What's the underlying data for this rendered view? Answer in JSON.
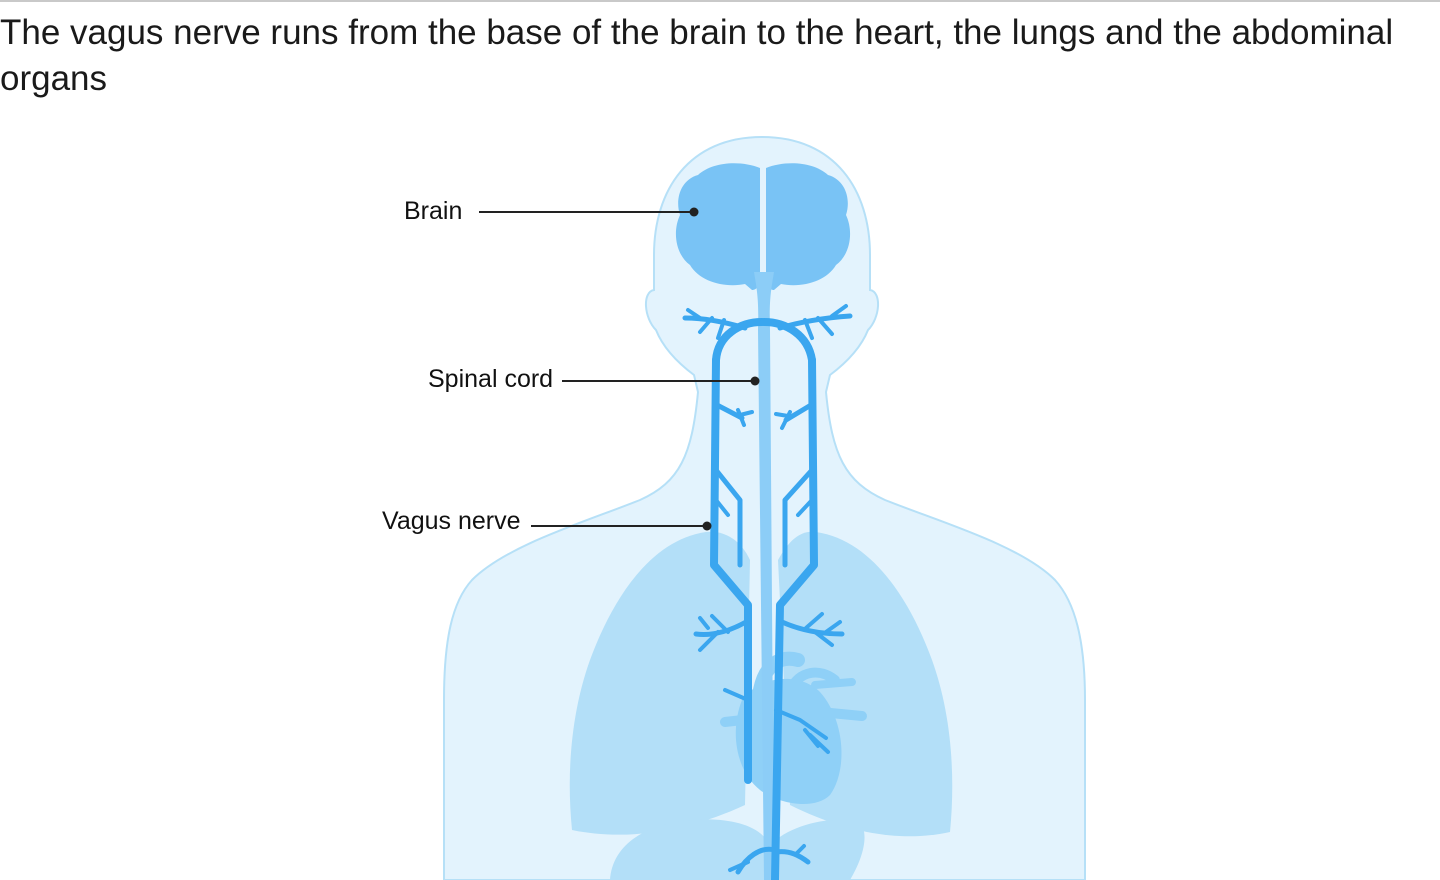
{
  "headline": "The vagus nerve runs from the base of the brain to the heart, the lungs and the abdominal organs",
  "labels": {
    "brain": "Brain",
    "spinal_cord": "Spinal cord",
    "vagus_nerve": "Vagus nerve"
  },
  "colors": {
    "body_fill": "#e3f3fd",
    "body_outline": "#b6e0f7",
    "organ_fill": "#b3dff8",
    "brain_fill": "#79c3f5",
    "spine_fill": "#8ccdf7",
    "nerve": "#3aa6ef",
    "leader": "#222222"
  }
}
